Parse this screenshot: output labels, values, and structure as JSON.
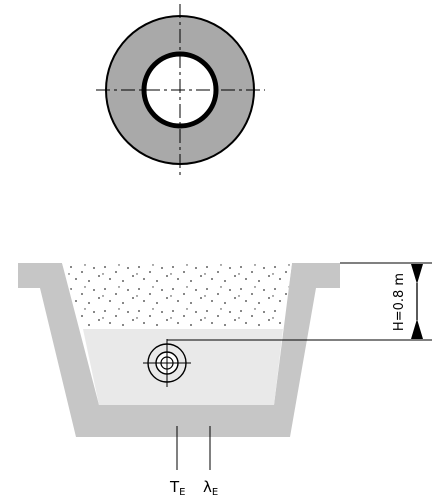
{
  "labels": {
    "height": "H=0.8 m",
    "temperature_main": "T",
    "temperature_sub": "E",
    "conductivity_main": "λ",
    "conductivity_sub": "E"
  },
  "colors": {
    "insulation": "#a9a9a9",
    "trench_wall": "#c6c6c6",
    "fill_bed": "#e9e9e9",
    "sand": "#ffffff",
    "line": "#000000"
  }
}
